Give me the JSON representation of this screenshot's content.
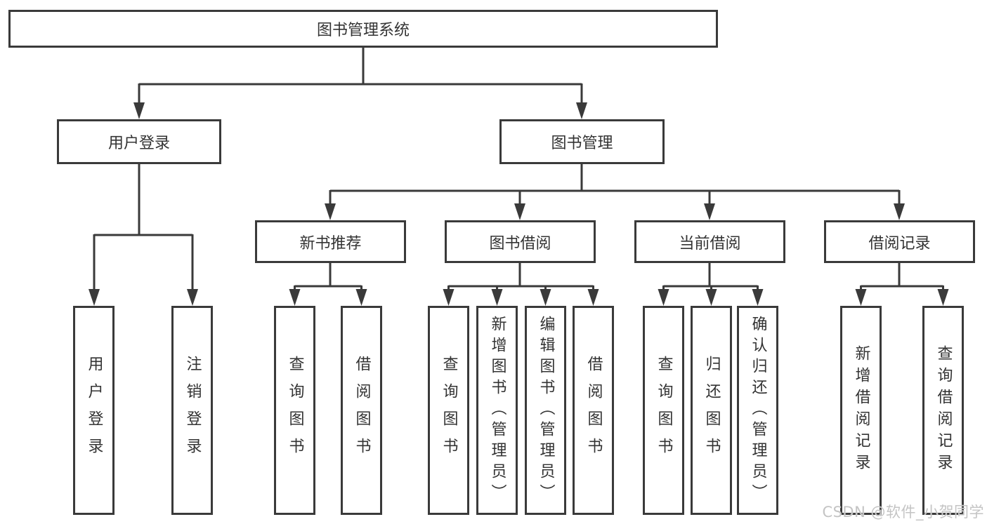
{
  "diagram": {
    "root": "图书管理系统",
    "branches": [
      {
        "label": "用户登录",
        "children": [
          "用户登录",
          "注销登录"
        ]
      },
      {
        "label": "图书管理",
        "groups": [
          {
            "label": "新书推荐",
            "children": [
              "查询图书",
              "借阅图书"
            ]
          },
          {
            "label": "图书借阅",
            "children": [
              "查询图书",
              "新增图书（管理员）",
              "编辑图书（管理员）",
              "借阅图书"
            ]
          },
          {
            "label": "当前借阅",
            "children": [
              "查询图书",
              "归还图书",
              "确认归还（管理员）"
            ]
          },
          {
            "label": "借阅记录",
            "children": [
              "新增借阅记录",
              "查询借阅记录"
            ]
          }
        ]
      }
    ]
  },
  "watermark": "CSDN @软件_小贺同学",
  "colors": {
    "line": "#3a3a3a",
    "border": "#3a3a3a",
    "text": "#333333",
    "watermark": "#c4c4c4",
    "background": "#ffffff"
  }
}
